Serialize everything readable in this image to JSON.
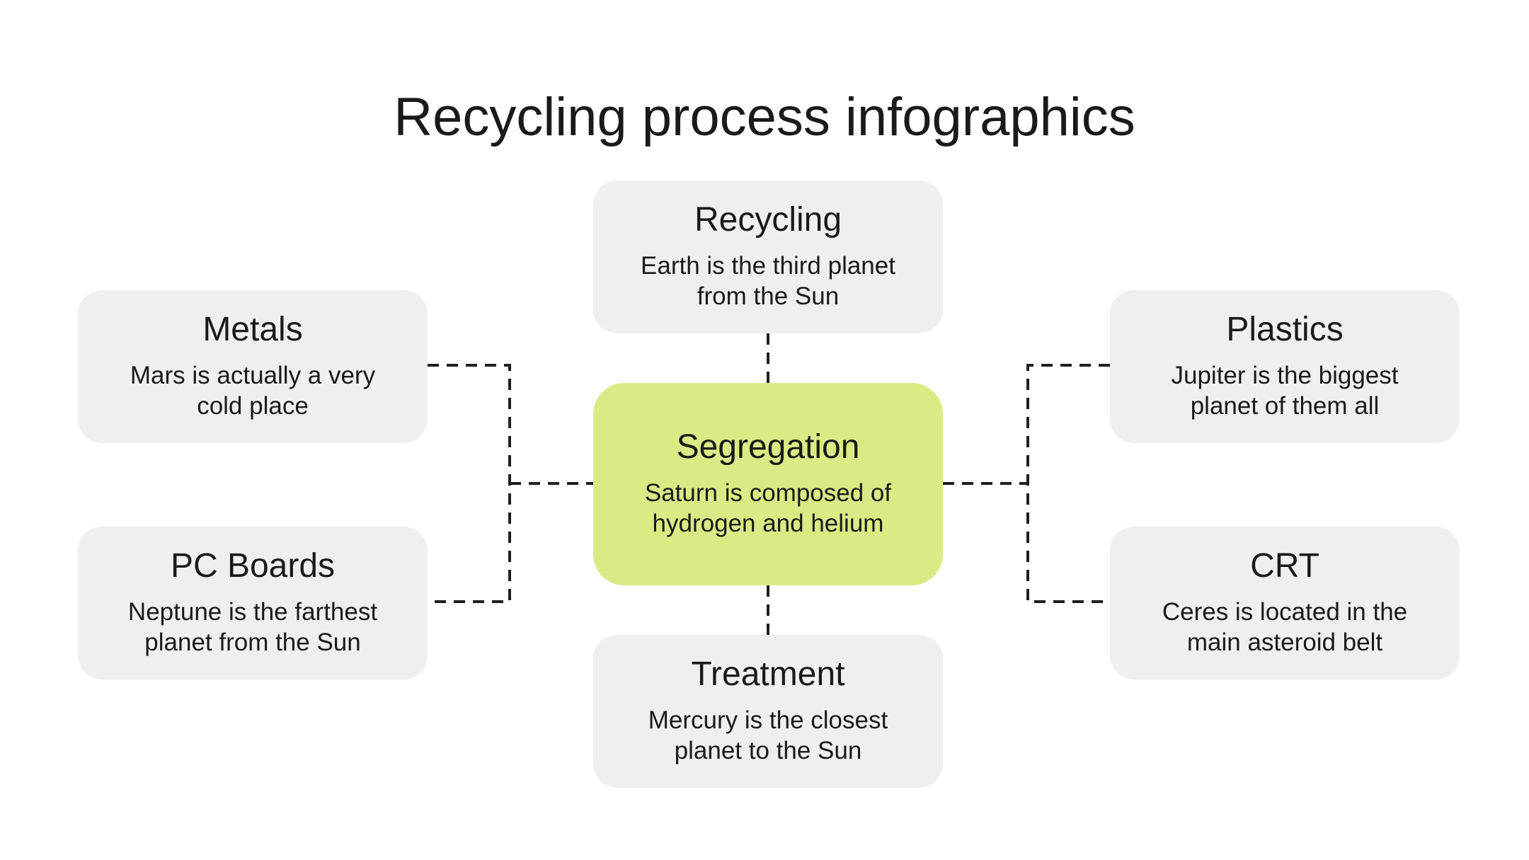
{
  "title": "Recycling process infographics",
  "colors": {
    "card": "#efefef",
    "center": "#d9eb84",
    "text": "#1a1a1a",
    "connector": "#1f1f1f"
  },
  "nodes": {
    "recycling": {
      "title": "Recycling",
      "text": "Earth is the third planet from the Sun"
    },
    "segregation": {
      "title": "Segregation",
      "text": "Saturn is composed of hydrogen and helium"
    },
    "treatment": {
      "title": "Treatment",
      "text": "Mercury is the closest planet to the Sun"
    },
    "metals": {
      "title": "Metals",
      "text": "Mars is actually a very cold place"
    },
    "pc_boards": {
      "title": "PC Boards",
      "text": "Neptune is the farthest planet from the Sun"
    },
    "plastics": {
      "title": "Plastics",
      "text": "Jupiter is the biggest planet of them all"
    },
    "crt": {
      "title": "CRT",
      "text": "Ceres is located in the main asteroid belt"
    }
  }
}
